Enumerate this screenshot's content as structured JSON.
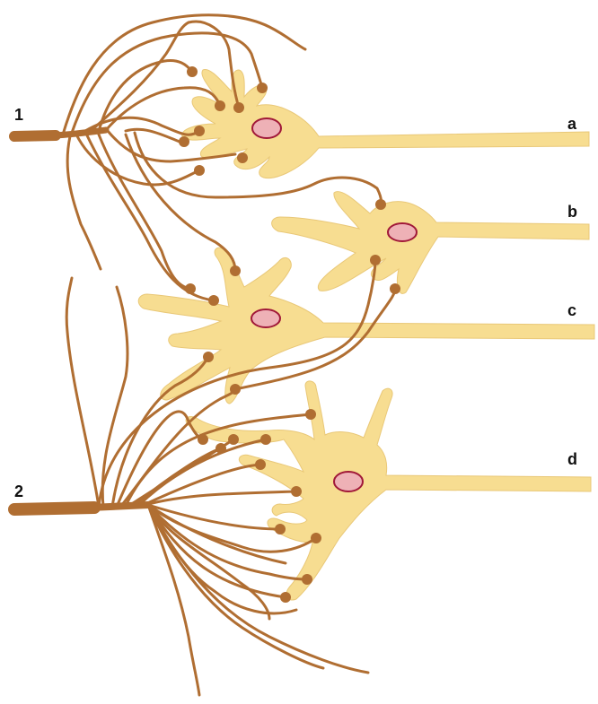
{
  "labels": {
    "input_1": "1",
    "input_2": "2",
    "neuron_a": "a",
    "neuron_b": "b",
    "neuron_c": "c",
    "neuron_d": "d"
  },
  "colors": {
    "fiber": "#b06e32",
    "bouton": "#b06e32",
    "cell_body": "#f7dd91",
    "nucleus_fill": "#eeb1b6",
    "nucleus_stroke": "#a01838"
  },
  "neurons": [
    "a",
    "b",
    "c",
    "d"
  ],
  "presynaptic_fibers": [
    "1",
    "2"
  ]
}
